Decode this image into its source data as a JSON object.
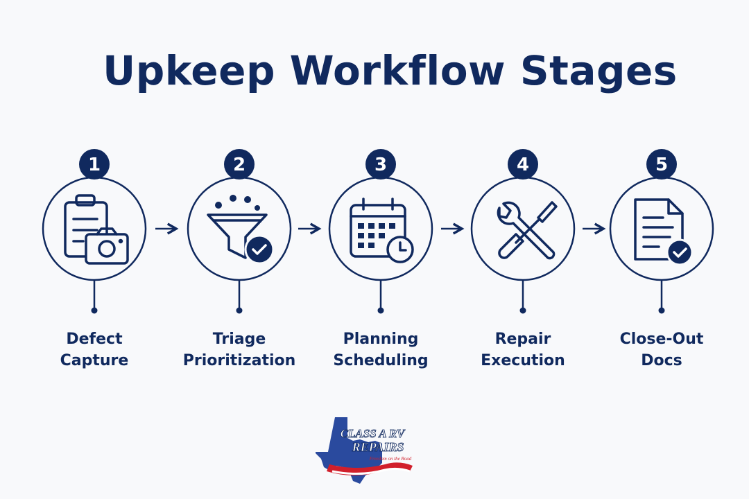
{
  "title": "Upkeep Workflow Stages",
  "steps": [
    {
      "number": "1",
      "line1": "Defect",
      "line2": "Capture",
      "icon": "clipboard-camera-icon"
    },
    {
      "number": "2",
      "line1": "Triage",
      "line2": "Prioritization",
      "icon": "funnel-check-icon"
    },
    {
      "number": "3",
      "line1": "Planning",
      "line2": "Scheduling",
      "icon": "calendar-clock-icon"
    },
    {
      "number": "4",
      "line1": "Repair",
      "line2": "Execution",
      "icon": "wrench-screwdriver-icon"
    },
    {
      "number": "5",
      "line1": "Close-Out",
      "line2": "Docs",
      "icon": "document-check-icon"
    }
  ],
  "logo": {
    "line1": "CLASS A RV",
    "line2": "REPAIRS",
    "tagline": "Freedom on the Road",
    "icon": "texas-flag-logo"
  },
  "colors": {
    "navy": "#10295e",
    "red": "#d11f2b",
    "blue": "#2a4a9e",
    "background": "#f8f9fb"
  }
}
